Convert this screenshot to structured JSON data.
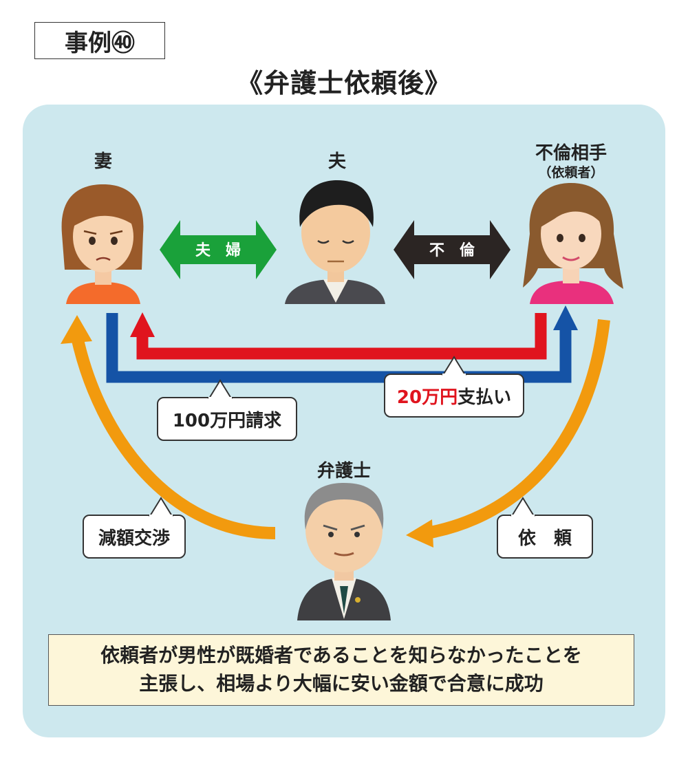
{
  "case_label": "事例㊵",
  "title": "《弁護士依頼後》",
  "people": {
    "wife": "妻",
    "husband": "夫",
    "partner": "不倫相手",
    "partner_sub": "（依頼者）",
    "lawyer": "弁護士"
  },
  "relations": {
    "couple": "夫　婦",
    "affair": "不　倫"
  },
  "bubbles": {
    "claim_amount": "100万円",
    "claim_suffix": "請求",
    "pay_amount": "20万円",
    "pay_suffix": "支払い",
    "negotiation": "減額交渉",
    "request": "依　頼"
  },
  "summary": {
    "line1": "依頼者が男性が既婚者であることを知らなかったことを",
    "line2": "主張し、相場より大幅に安い金額で合意に成功"
  },
  "colors": {
    "panel": "#cde8ee",
    "green_arrow": "#1aa13a",
    "dark_arrow": "#2b2523",
    "red_flow": "#e0141e",
    "blue_flow": "#1553a6",
    "orange_flow": "#f29a0e",
    "cross": "#e0141e"
  }
}
